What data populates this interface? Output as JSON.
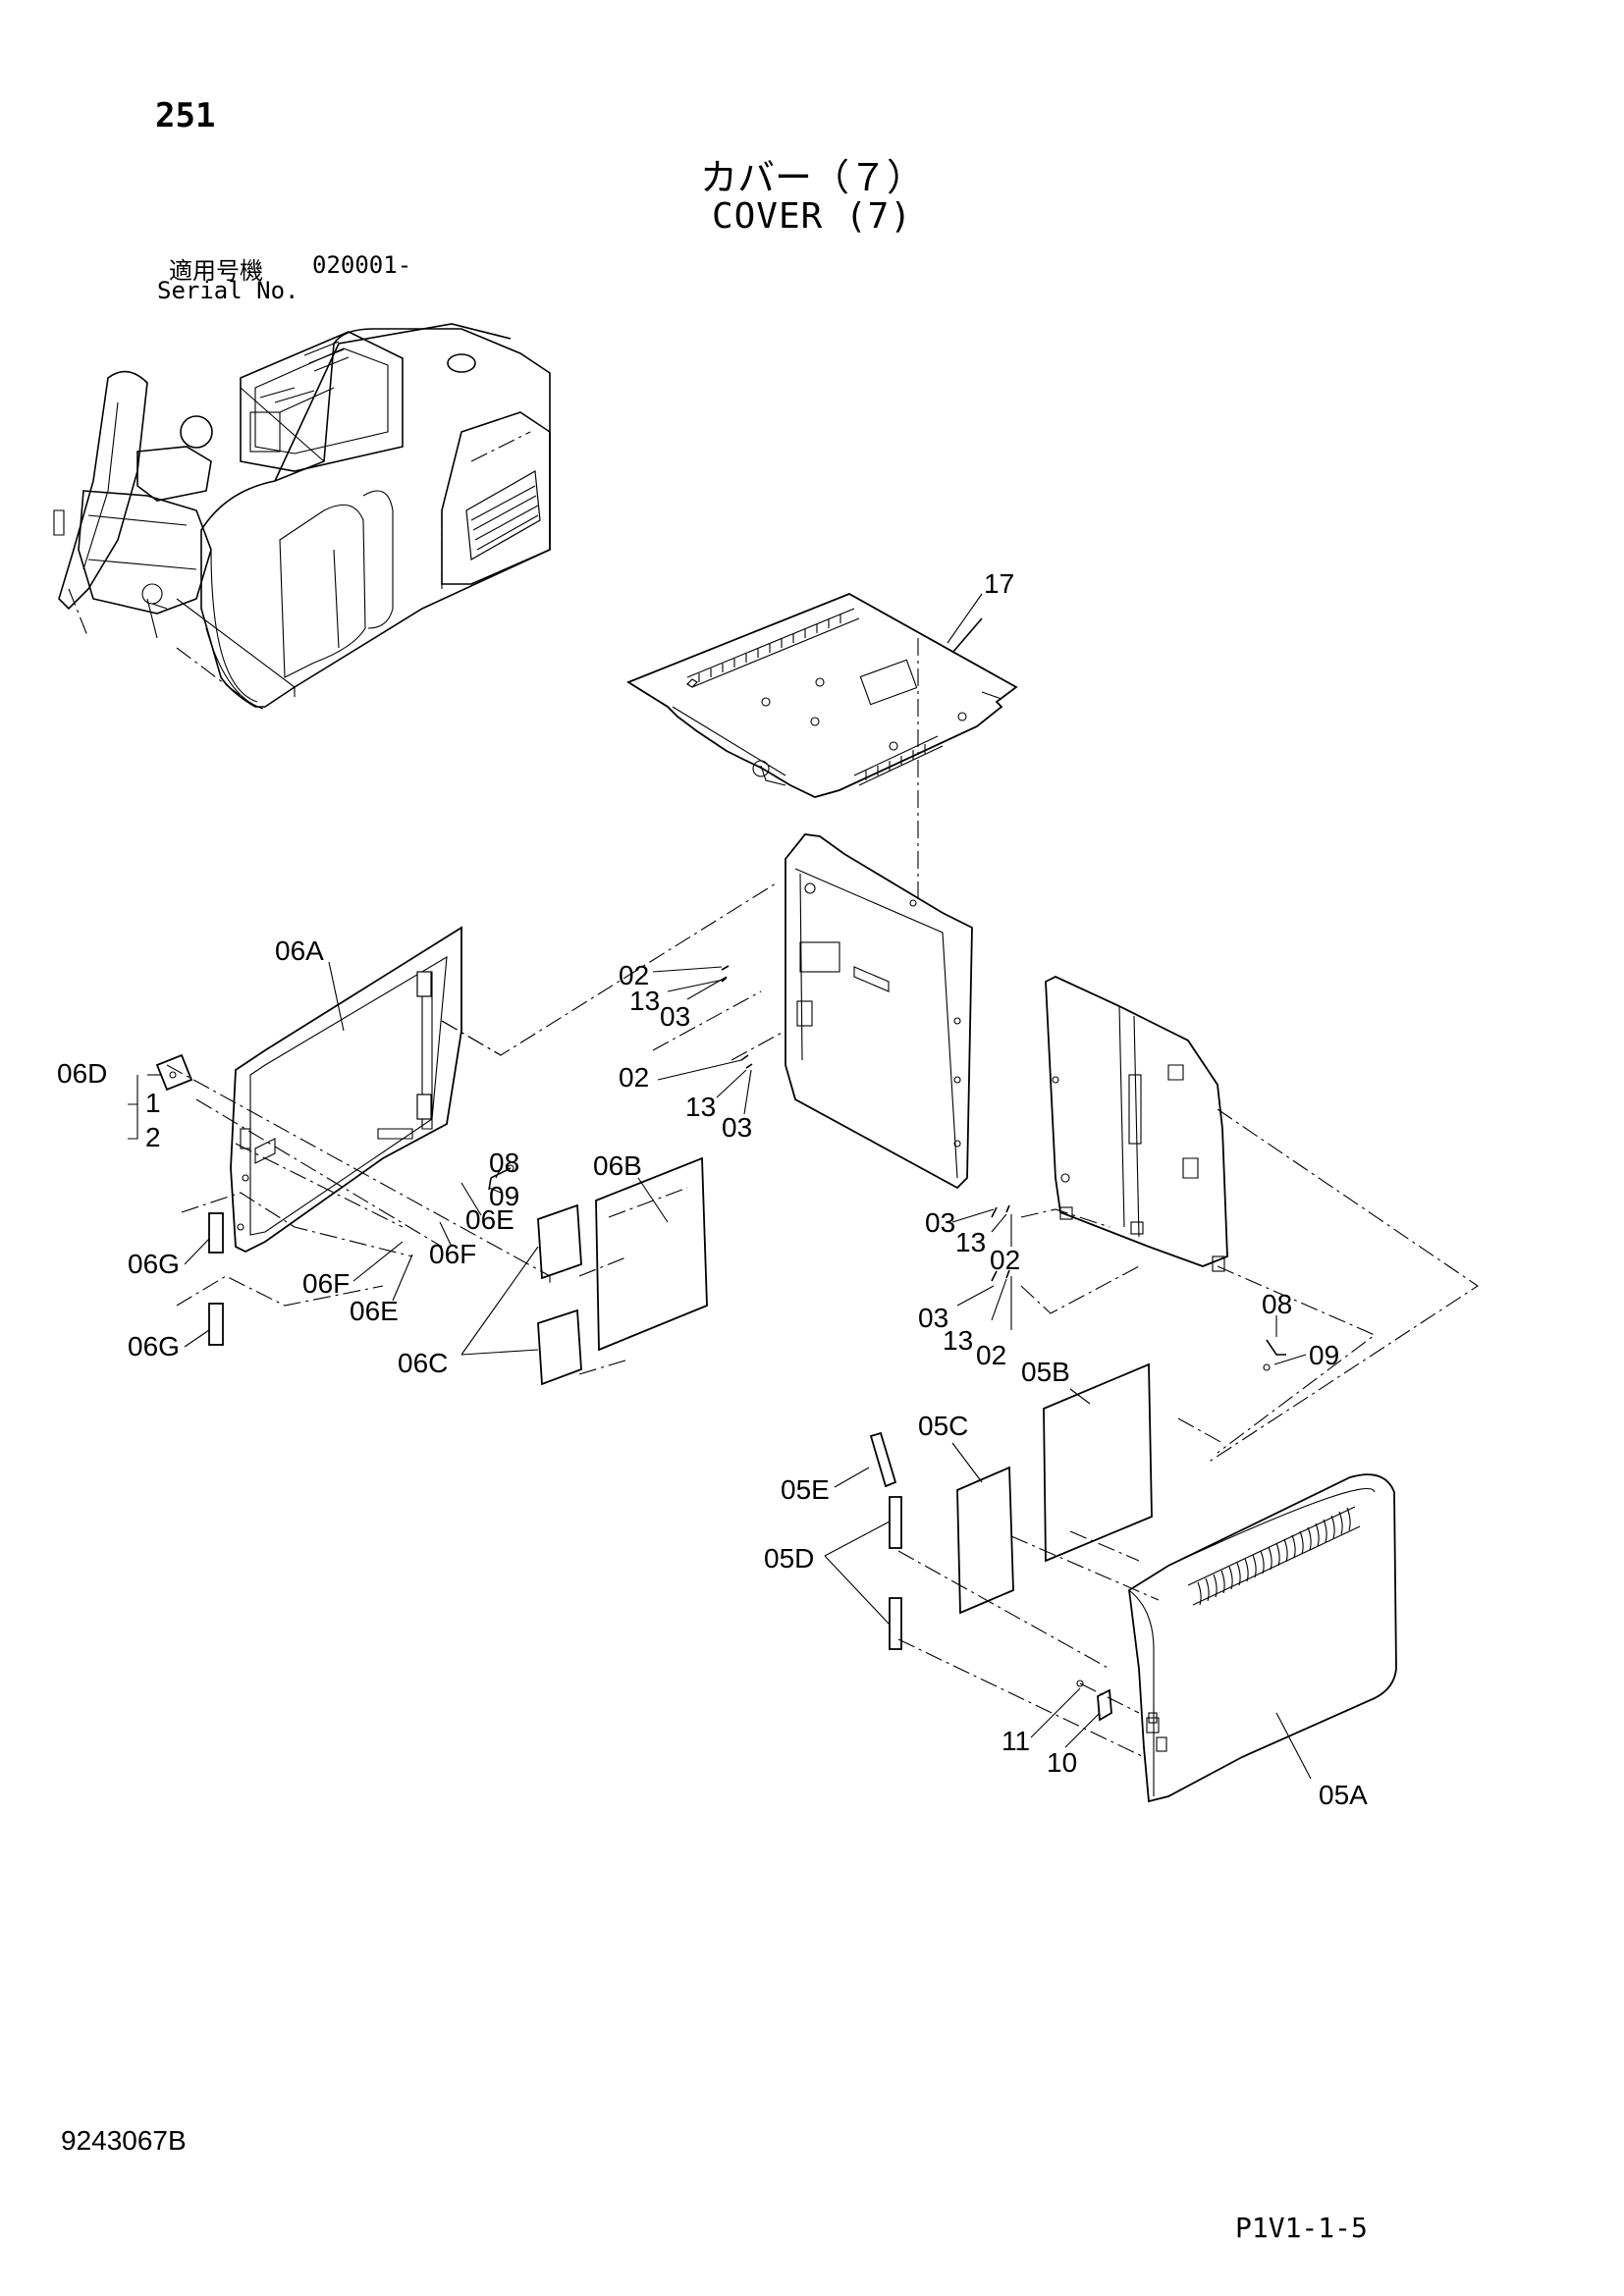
{
  "page_number": "251",
  "title_jp": "カバー（７）",
  "title_en": "COVER (7)",
  "serial": {
    "label_jp": "適用号機",
    "label_en": "Serial No.",
    "value": "020001-"
  },
  "callouts": {
    "p17": "17",
    "p06A": "06A",
    "p06B": "06B",
    "p06C": "06C",
    "p06D": "06D",
    "p06E_a": "06E",
    "p06E_b": "06E",
    "p06F_a": "06F",
    "p06F_b": "06F",
    "p06G_a": "06G",
    "p06G_b": "06G",
    "p1": "1",
    "p2": "2",
    "p02_a": "02",
    "p13_a": "13",
    "p03_a": "03",
    "p02_b": "02",
    "p13_b": "13",
    "p03_b": "03",
    "p08_a": "08",
    "p09_a": "09",
    "p03_c": "03",
    "p13_c": "13",
    "p02_c": "02",
    "p03_d": "03",
    "p13_d": "13",
    "p02_d": "02",
    "p08_b": "08",
    "p09_b": "09",
    "p05A": "05A",
    "p05B": "05B",
    "p05C": "05C",
    "p05D": "05D",
    "p05E": "05E",
    "p10": "10",
    "p11": "11"
  },
  "document_number": "9243067B",
  "page_reference": "P1V1-1-5"
}
